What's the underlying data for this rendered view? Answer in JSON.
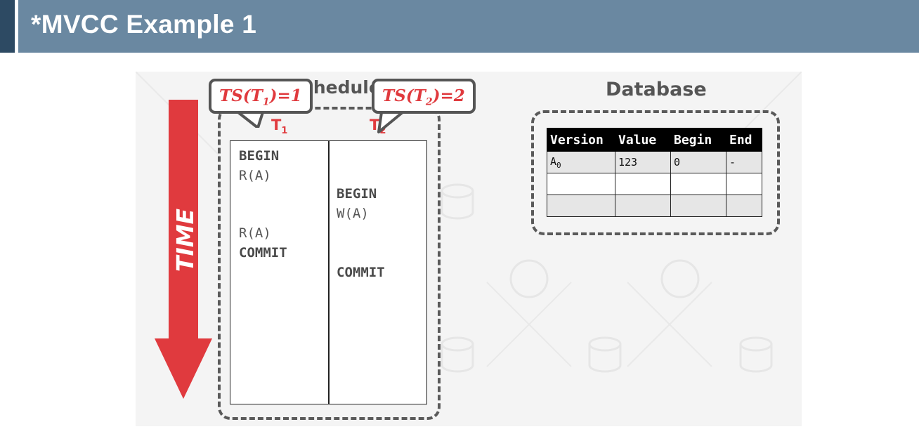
{
  "header": {
    "title": "*MVCC Example 1"
  },
  "schedule": {
    "title": "Schedule",
    "t1_label": "T",
    "t1_sub": "1",
    "t2_label": "T",
    "t2_sub": "2",
    "t1_ops": [
      "BEGIN",
      "R(A)",
      "R(A)",
      "COMMIT"
    ],
    "t2_ops": [
      "BEGIN",
      "W(A)",
      "COMMIT"
    ],
    "ts1": {
      "prefix": "TS(T",
      "sub": "1",
      "suffix": ")=1"
    },
    "ts2": {
      "prefix": "TS(T",
      "sub": "2",
      "suffix": ")=2"
    }
  },
  "time_arrow": {
    "label": "TIME",
    "color": "#e03a3e"
  },
  "database": {
    "title": "Database",
    "columns": [
      "Version",
      "Value",
      "Begin",
      "End"
    ],
    "rows": [
      {
        "version": "A",
        "version_sub": "0",
        "value": "123",
        "begin": "0",
        "end": "-"
      },
      {
        "version": "",
        "version_sub": "",
        "value": "",
        "begin": "",
        "end": ""
      },
      {
        "version": "",
        "version_sub": "",
        "value": "",
        "begin": "",
        "end": ""
      }
    ]
  },
  "colors": {
    "header_bg": "#6a88a1",
    "header_accent": "#2d4a63",
    "accent_red": "#e03a3e"
  }
}
